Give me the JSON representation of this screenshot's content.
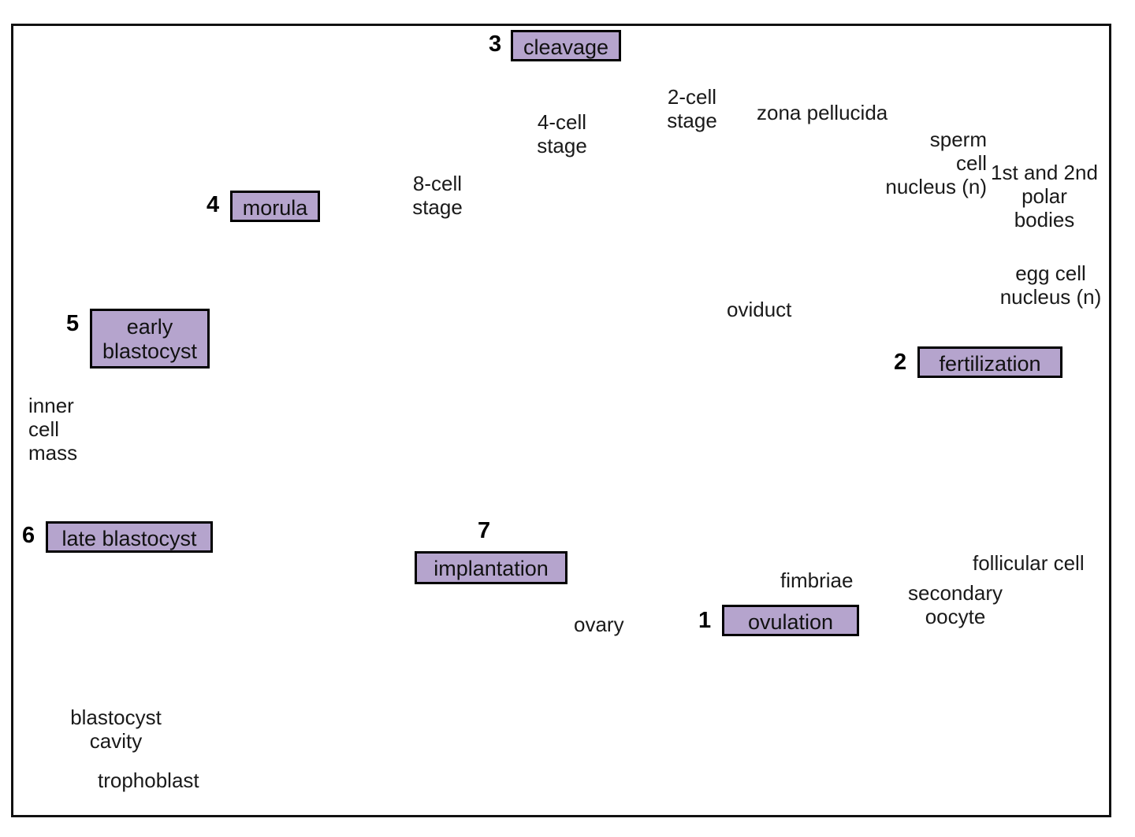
{
  "figure": {
    "title": "Human fertilization, cleavage and implantation diagram",
    "background_color": "#ffffff",
    "frame_color": "#111111",
    "label_box_color": "#b5a4cd",
    "label_box_border": "#000000"
  },
  "steps": [
    {
      "number": "1",
      "label": "ovulation"
    },
    {
      "number": "2",
      "label": "fertilization"
    },
    {
      "number": "3",
      "label": "cleavage"
    },
    {
      "number": "4",
      "label": "morula"
    },
    {
      "number": "5",
      "label": "early\nblastocyst"
    },
    {
      "number": "6",
      "label": "late blastocyst"
    },
    {
      "number": "7",
      "label": "implantation"
    }
  ],
  "stage_labels": [
    {
      "name": "two-cell",
      "text": "2-cell\nstage"
    },
    {
      "name": "four-cell",
      "text": "4-cell\nstage"
    },
    {
      "name": "eight-cell",
      "text": "8-cell\nstage"
    }
  ],
  "annotations": [
    {
      "name": "zona-pellucida",
      "text": "zona pellucida"
    },
    {
      "name": "sperm-cell-nucleus",
      "text": "sperm\ncell\nnucleus (n)"
    },
    {
      "name": "polar-bodies",
      "text": "1st and 2nd\npolar\nbodies"
    },
    {
      "name": "egg-cell-nucleus",
      "text": "egg cell\nnucleus (n)"
    },
    {
      "name": "oviduct",
      "text": "oviduct"
    },
    {
      "name": "fimbriae",
      "text": "fimbriae"
    },
    {
      "name": "ovary",
      "text": "ovary"
    },
    {
      "name": "follicular-cell",
      "text": "follicular cell"
    },
    {
      "name": "secondary-oocyte",
      "text": "secondary\noocyte"
    },
    {
      "name": "inner-cell-mass",
      "text": "inner\ncell\nmass"
    },
    {
      "name": "blastocyst-cavity",
      "text": "blastocyst\ncavity"
    },
    {
      "name": "trophoblast",
      "text": "trophoblast"
    }
  ],
  "text": {
    "cleavage": "cleavage",
    "morula": "morula",
    "early_blastocyst": "early\nblastocyst",
    "late_blastocyst": "late blastocyst",
    "implantation": "implantation",
    "fertilization": "fertilization",
    "ovulation": "ovulation",
    "num1": "1",
    "num2": "2",
    "num3": "3",
    "num4": "4",
    "num5": "5",
    "num6": "6",
    "num7": "7",
    "two_cell": "2-cell\nstage",
    "four_cell": "4-cell\nstage",
    "eight_cell": "8-cell\nstage",
    "zona_pellucida": "zona pellucida",
    "sperm_nucleus": "sperm\ncell\nnucleus (n)",
    "polar_bodies": "1st and 2nd\npolar\nbodies",
    "egg_nucleus": "egg cell\nnucleus (n)",
    "oviduct": "oviduct",
    "fimbriae": "fimbriae",
    "ovary": "ovary",
    "follicular_cell": "follicular cell",
    "secondary_oocyte": "secondary\noocyte",
    "inner_cell_mass": "inner\ncell\nmass",
    "blastocyst_cavity": "blastocyst\ncavity",
    "trophoblast": "trophoblast"
  },
  "colors": {
    "zona_green": "#a9cfa2",
    "embryo_yellow": "#f7d94a",
    "embryo_yellow_deep": "#efc62c",
    "nucleus_purple": "#6b4f86",
    "trophoblast_blue": "#8fb2de",
    "uterus_outer_orange": "#f0a473",
    "uterus_wall_pink": "#f2bcbb",
    "endometrium_red": "#a8373c",
    "oviduct_red": "#b5443f",
    "lumen_white": "#eef2f8",
    "ovary_tan": "#c9962e",
    "arrow_blue": "#1b4fa0",
    "sperm_red": "#d8492a",
    "follicle_pink": "#e98a86"
  }
}
